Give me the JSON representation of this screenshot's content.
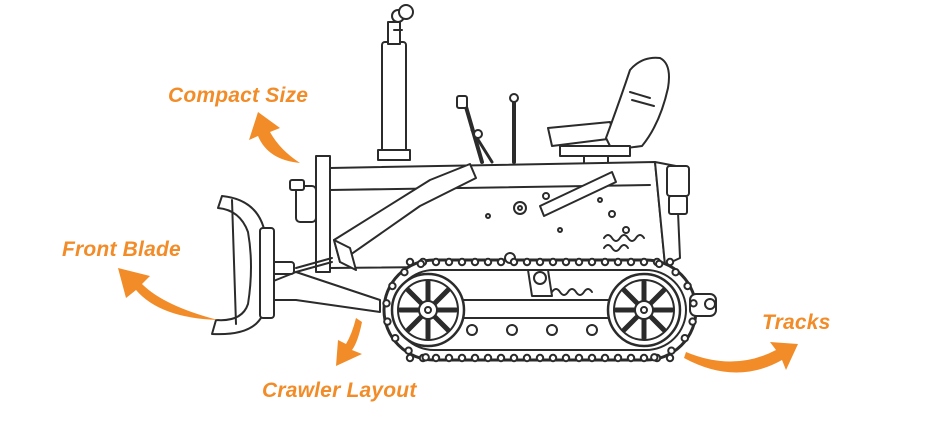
{
  "colors": {
    "accent": "#F28C28",
    "line": "#2b2b2b",
    "background": "#ffffff"
  },
  "callouts": {
    "compact_size": "Compact Size",
    "front_blade": "Front Blade",
    "crawler_layout": "Crawler Layout",
    "tracks": "Tracks"
  },
  "icons": [
    "curved-arrow-icon"
  ]
}
